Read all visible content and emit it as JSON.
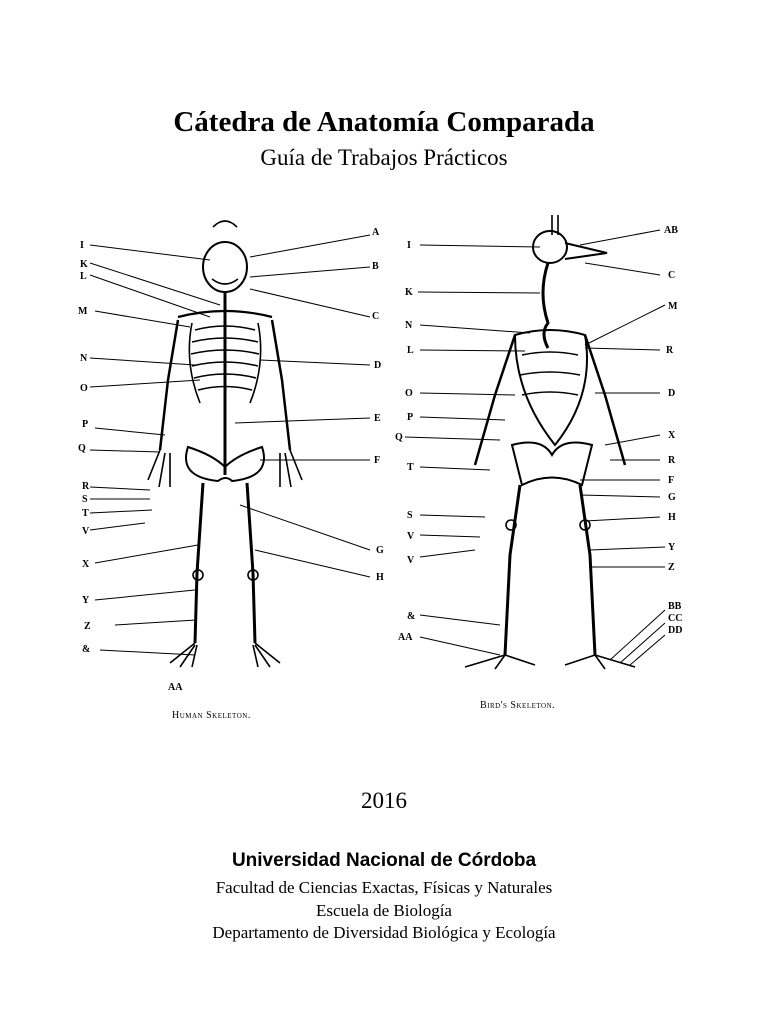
{
  "header": {
    "title": "Cátedra de Anatomía Comparada",
    "subtitle": "Guía de Trabajos Prácticos"
  },
  "figure": {
    "human_caption": "Human Skeleton.",
    "bird_caption": "Bird's Skeleton.",
    "human_labels_left": [
      "I",
      "K",
      "L",
      "M",
      "N",
      "O",
      "P",
      "Q",
      "R",
      "S",
      "T",
      "V",
      "X",
      "Y",
      "Z",
      "&",
      "AA"
    ],
    "human_labels_right": [
      "A",
      "B",
      "C",
      "D",
      "E",
      "F",
      "G",
      "H"
    ],
    "bird_labels_left": [
      "I",
      "K",
      "N",
      "L",
      "O",
      "P",
      "Q",
      "T",
      "S",
      "V",
      "V",
      "&",
      "AA"
    ],
    "bird_labels_right": [
      "AB",
      "C",
      "M",
      "R",
      "D",
      "X",
      "R",
      "F",
      "G",
      "H",
      "Y",
      "Z",
      "BB",
      "CC",
      "DD"
    ]
  },
  "year": "2016",
  "footer": {
    "university": "Universidad Nacional de Córdoba",
    "faculty": "Facultad de Ciencias Exactas, Físicas y Naturales",
    "school": "Escuela de Biología",
    "department": "Departamento de Diversidad Biológica y Ecología"
  }
}
